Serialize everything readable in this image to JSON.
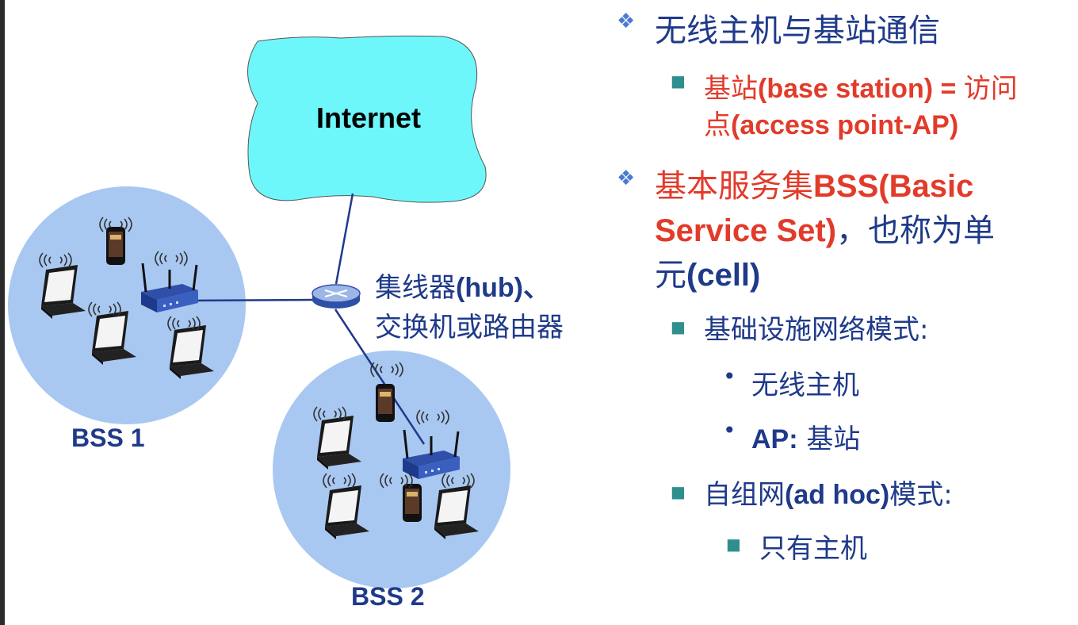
{
  "diagram": {
    "internet_label": "Internet",
    "bss1_label": "BSS 1",
    "bss2_label": "BSS 2",
    "hub_label_line1_cn": "集线器",
    "hub_label_line1_en": "(hub)、",
    "hub_label_line2": "交换机或路由器"
  },
  "bullets": {
    "b1": "无线主机与基站通信",
    "b1_sub_line1_cn1": "基站",
    "b1_sub_line1_en": "(base station) = ",
    "b1_sub_line1_cn2": "访问",
    "b1_sub_line2_cn": "点",
    "b1_sub_line2_en": "(access point-AP)",
    "b2_line1_cn": "基本服务集",
    "b2_line1_en": "BSS(Basic",
    "b2_line2_en": "Service Set)",
    "b2_line2_cn": "，也称为单",
    "b2_line3_cn": "元",
    "b2_line3_en": "(cell)",
    "infra_mode": "基础设施网络模式:",
    "infra_item1": "无线主机",
    "infra_item2_en": "AP:",
    "infra_item2_cn": " 基站",
    "adhoc_cn1": "自组网",
    "adhoc_en": "(ad hoc)",
    "adhoc_cn2": "模式:",
    "adhoc_item1": "只有主机"
  },
  "colors": {
    "title_blue": "#1f3a8a",
    "accent_red": "#e23b2a",
    "cloud_cyan": "#6ef7fb",
    "bss_circle": "#a8c8f2"
  }
}
